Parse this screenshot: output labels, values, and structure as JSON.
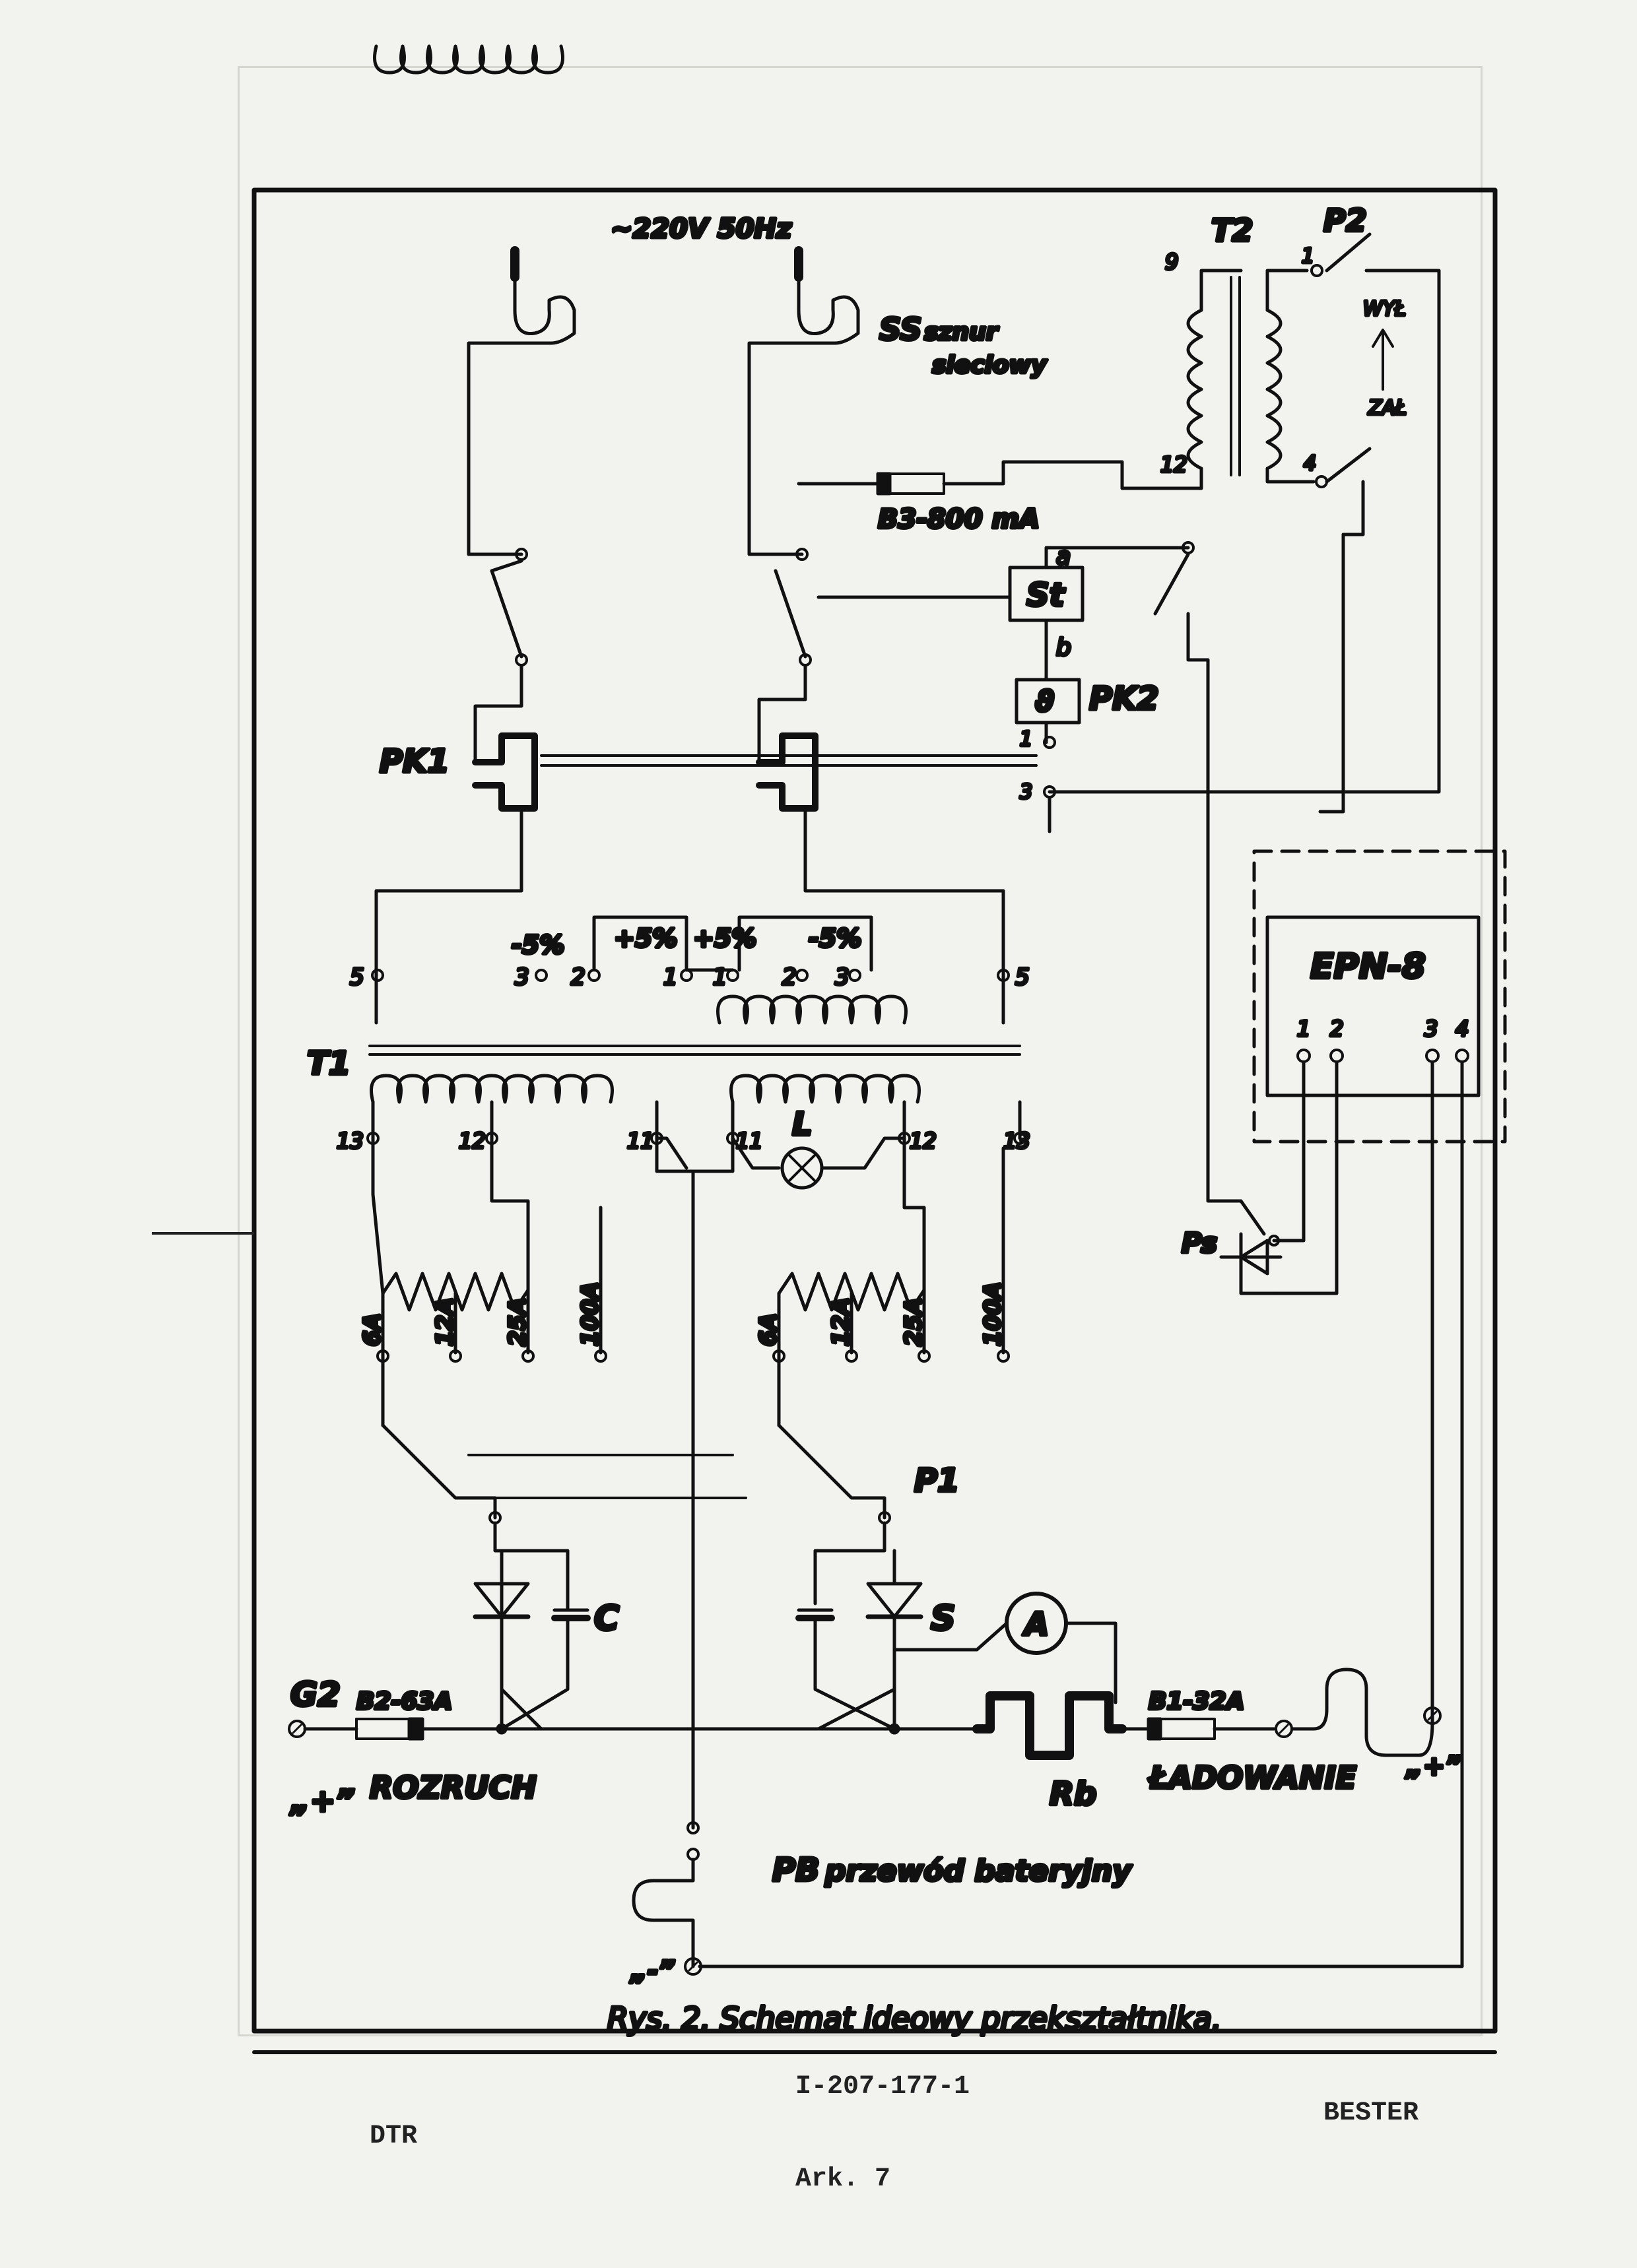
{
  "supply": {
    "label": "~220V 50Hz",
    "cord_code": "SS",
    "cord_name": [
      "sznur",
      "sieciowy"
    ]
  },
  "fuses": {
    "b3": "B3-800 mA",
    "b2": "B2-63A",
    "b1": "B1-32A"
  },
  "transformer2": {
    "name": "T2",
    "terminals": [
      "9",
      "12"
    ],
    "switch": {
      "name": "P2",
      "pins": [
        "1",
        "4"
      ],
      "off": "WYŁ",
      "on": "ZAŁ"
    }
  },
  "contactor": {
    "st": "St",
    "st_pins": [
      "a",
      "b"
    ],
    "theta": "ϑ",
    "pk2": "PK2",
    "pk2_pins": [
      "1",
      "3"
    ],
    "pk1": "PK1"
  },
  "epn": {
    "name": "EPN-8",
    "pins": [
      "1",
      "2",
      "3",
      "4"
    ]
  },
  "transformer1": {
    "name": "T1",
    "primary_taps": [
      "5",
      "3",
      "2",
      "1",
      "1",
      "2",
      "3",
      "5"
    ],
    "tap_percent": [
      "-5%",
      "+5%",
      "+5%",
      "-5%"
    ],
    "secondary_taps": [
      "13",
      "12",
      "11",
      "11",
      "12",
      "13"
    ],
    "lamp": "L"
  },
  "ps": "Ps",
  "currents": [
    "6A",
    "12A",
    "25A",
    "100A"
  ],
  "p1": "P1",
  "s": "S",
  "c": "C",
  "ammeter": "A",
  "rb": "Rb",
  "g2": "G2",
  "plus_left": "„+”",
  "plus_right": "„+”",
  "minus": "„-”",
  "rozruch": "ROZRUCH",
  "ladowanie": "ŁADOWANIE",
  "pb": {
    "code": "PB",
    "name": "przewód bateryjny"
  },
  "caption": "Rys. 2. Schemat ideowy przekształtnika.",
  "footer": {
    "doc_number": "I-207-177-1",
    "left": "DTR",
    "right": "BESTER",
    "sheet": "Ark. 7"
  }
}
